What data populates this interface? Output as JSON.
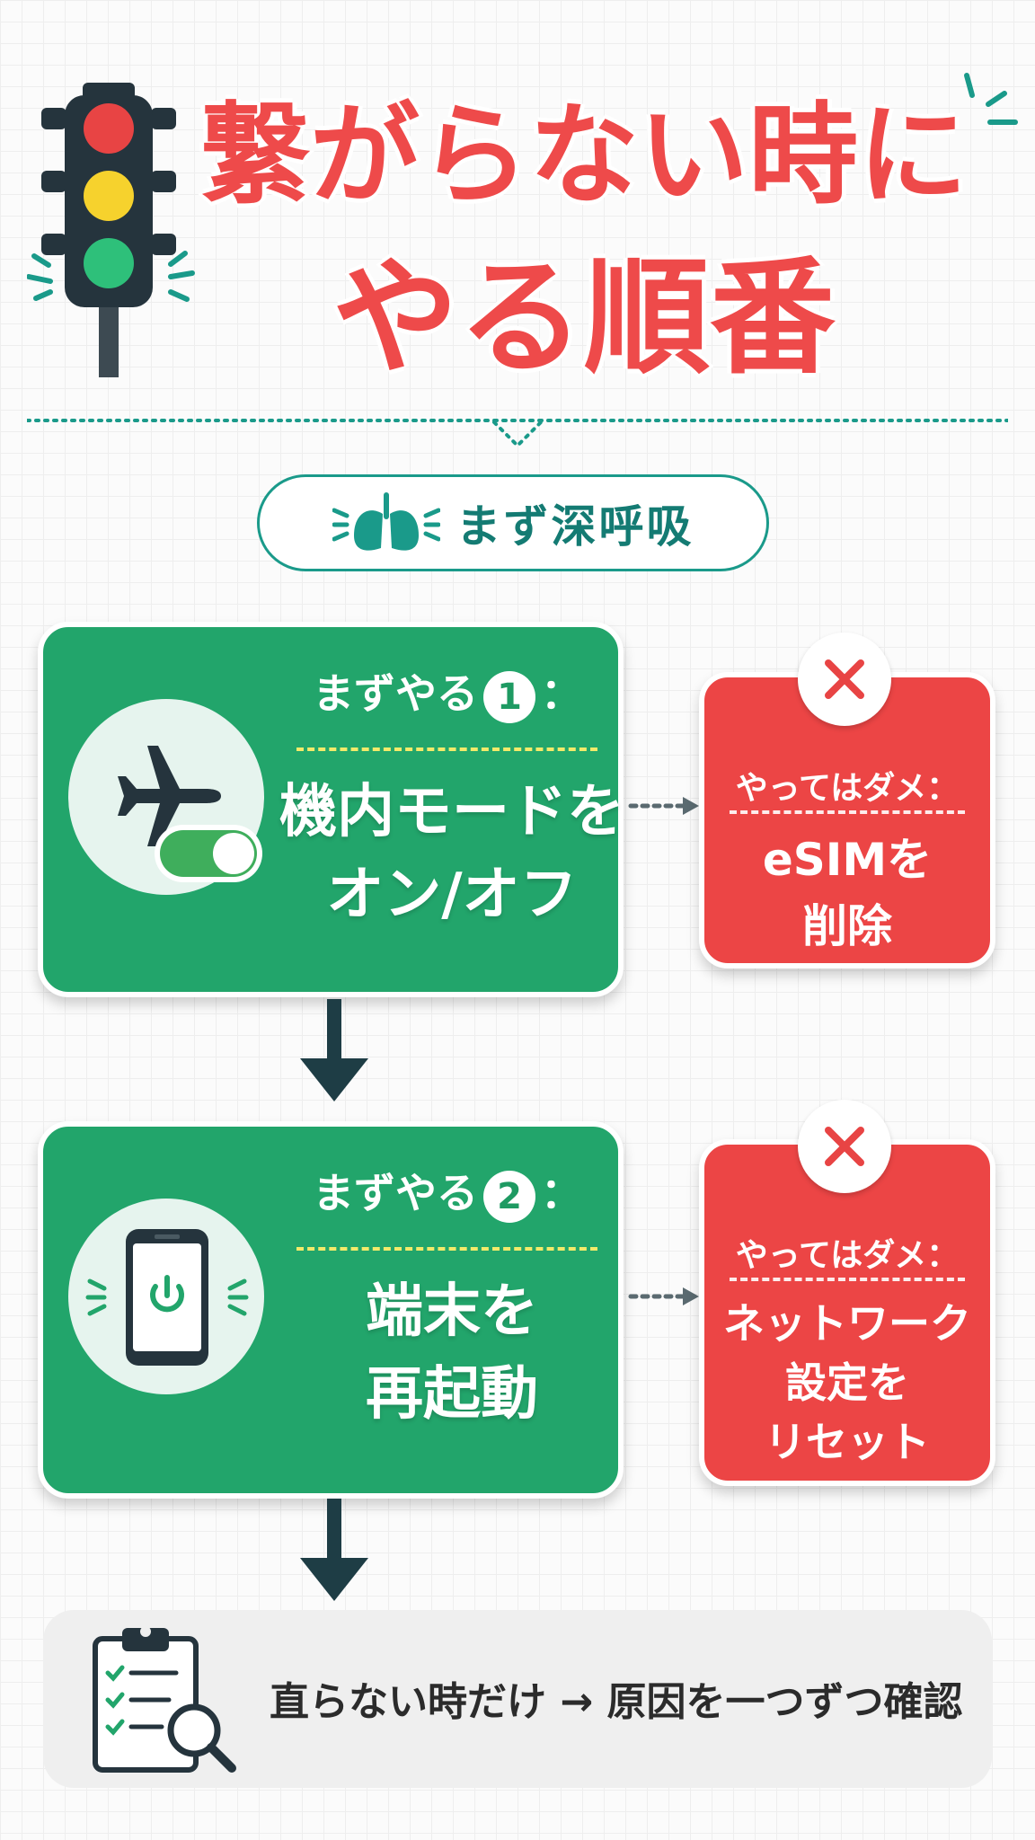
{
  "header": {
    "title_line1": "繋がらない時に",
    "title_line2": "やる順番"
  },
  "intro_pill": {
    "label": "まず深呼吸",
    "icon": "lungs-icon"
  },
  "steps": [
    {
      "prefix": "まずやる",
      "number": "1",
      "suffix": "：",
      "action_line1": "機内モードを",
      "action_line2": "オン/オフ",
      "icon": "airplane-toggle-icon",
      "dont": {
        "label": "やってはダメ：",
        "action_line1": "eSIMを",
        "action_line2": "削除",
        "icon": "x-icon"
      }
    },
    {
      "prefix": "まずやる",
      "number": "2",
      "suffix": "：",
      "action_line1": "端末を",
      "action_line2": "再起動",
      "icon": "phone-power-icon",
      "dont": {
        "label": "やってはダメ：",
        "action_line1": "ネットワーク",
        "action_line2": "設定を",
        "action_line3": "リセット",
        "icon": "x-icon"
      }
    }
  ],
  "footer": {
    "text": "直らない時だけ → 原因を一つずつ確認",
    "icon": "clipboard-checklist-icon"
  },
  "colors": {
    "title_red": "#ee4a4a",
    "step_green": "#22a56b",
    "dont_red": "#ec4545",
    "teal": "#1a9a8a",
    "arrow_dark": "#1e3d45"
  }
}
